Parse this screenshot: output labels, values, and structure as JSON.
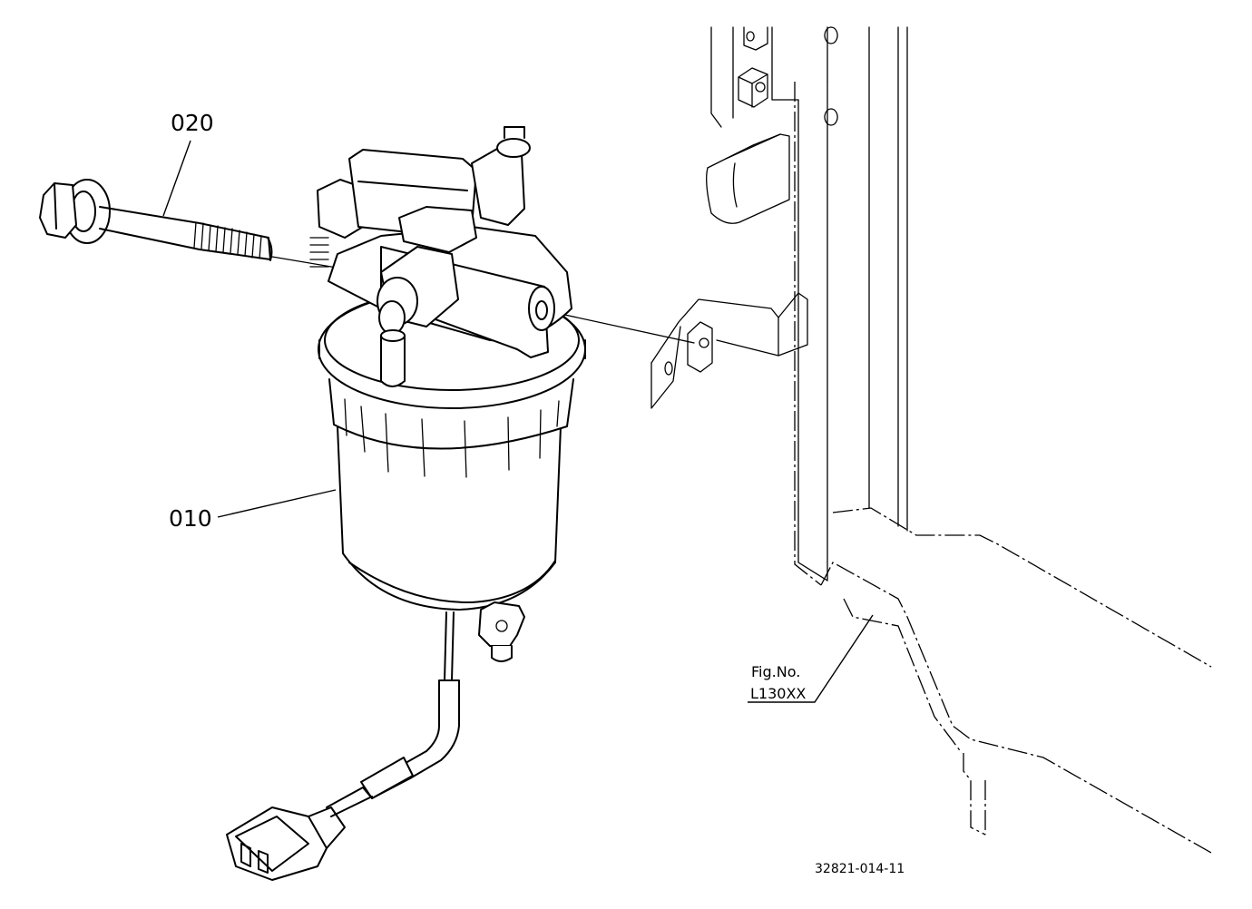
{
  "callouts": {
    "part_020": "020",
    "part_010": "010"
  },
  "figure_ref": {
    "label": "Fig.No.",
    "number": "L130XX"
  },
  "drawing_number": "32821-014-11"
}
